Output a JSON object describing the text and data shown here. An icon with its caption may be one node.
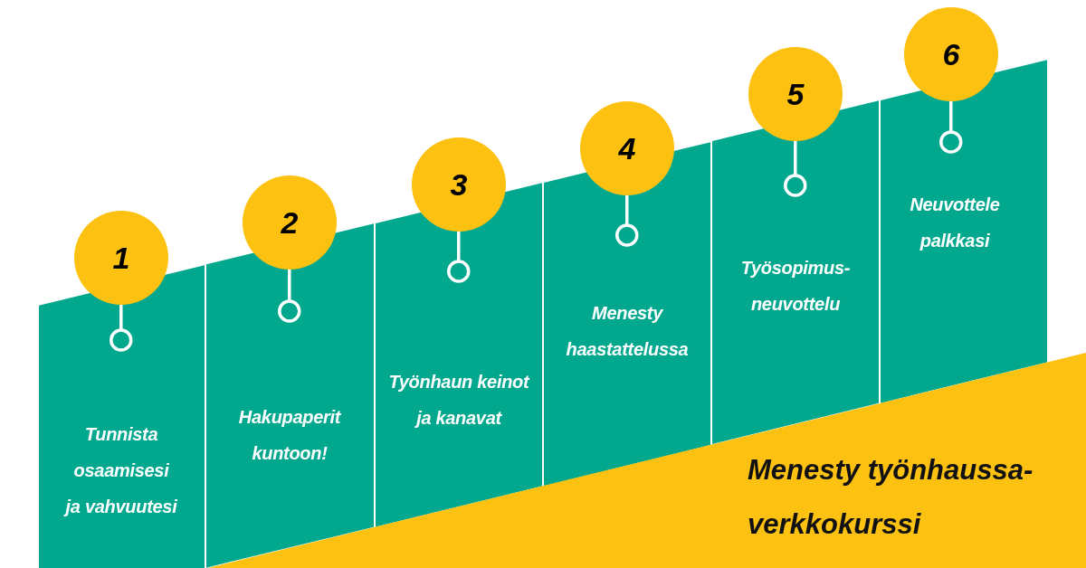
{
  "diagram": {
    "title": "Menesty työnhaussa-verkkokurssi",
    "nodes": [
      {
        "text": [
          "1"
        ]
      },
      {
        "text": [
          "Tunnista osaamisesi ja vahvuutesi"
        ]
      },
      {
        "text": [
          "2"
        ]
      },
      {
        "text": [
          "Hakupaperit kuntoon!"
        ]
      },
      {
        "text": [
          "3"
        ]
      },
      {
        "text": [
          "Työnhaun keinot ja kanavat"
        ]
      },
      {
        "text": [
          "4"
        ]
      },
      {
        "text": [
          "Menesty haastattelussa"
        ]
      },
      {
        "text": [
          "5"
        ]
      },
      {
        "text": [
          "Työsopimus-neuvottelu"
        ]
      },
      {
        "text": [
          "6"
        ]
      },
      {
        "text": [
          "Neuvottele palkkasi"
        ]
      }
    ]
  }
}
